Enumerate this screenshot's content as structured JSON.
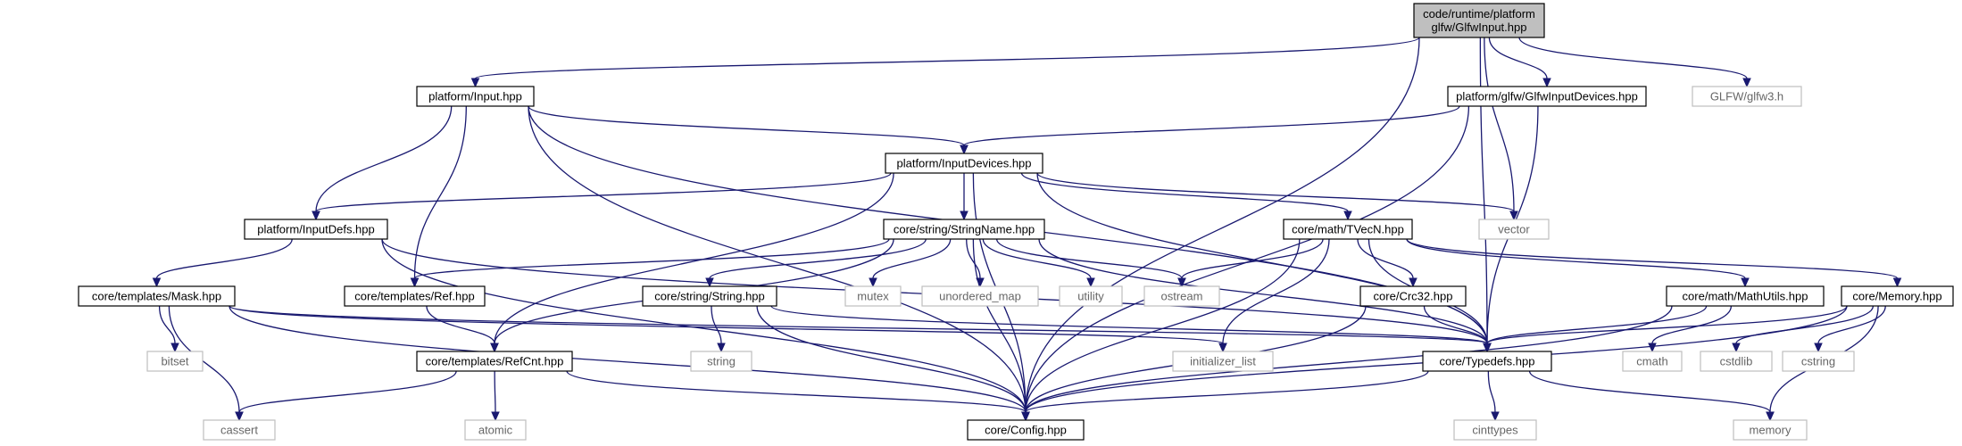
{
  "nodes": [
    {
      "id": "root",
      "kind": "root",
      "lines": [
        "code/runtime/platform",
        "glfw/GlfwInput.hpp"
      ]
    },
    {
      "id": "input",
      "kind": "int",
      "lines": [
        "platform/Input.hpp"
      ]
    },
    {
      "id": "glfwdev",
      "kind": "int",
      "lines": [
        "platform/glfw/GlfwInputDevices.hpp"
      ]
    },
    {
      "id": "glfw3",
      "kind": "ext",
      "lines": [
        "GLFW/glfw3.h"
      ]
    },
    {
      "id": "inputdevices",
      "kind": "int",
      "lines": [
        "platform/InputDevices.hpp"
      ]
    },
    {
      "id": "vector",
      "kind": "ext",
      "lines": [
        "vector"
      ]
    },
    {
      "id": "inputdefs",
      "kind": "int",
      "lines": [
        "platform/InputDefs.hpp"
      ]
    },
    {
      "id": "stringname",
      "kind": "int",
      "lines": [
        "core/string/StringName.hpp"
      ]
    },
    {
      "id": "tvecn",
      "kind": "int",
      "lines": [
        "core/math/TVecN.hpp"
      ]
    },
    {
      "id": "mask",
      "kind": "int",
      "lines": [
        "core/templates/Mask.hpp"
      ]
    },
    {
      "id": "ref",
      "kind": "int",
      "lines": [
        "core/templates/Ref.hpp"
      ]
    },
    {
      "id": "string",
      "kind": "int",
      "lines": [
        "core/string/String.hpp"
      ]
    },
    {
      "id": "mutex",
      "kind": "ext",
      "lines": [
        "mutex"
      ]
    },
    {
      "id": "umap",
      "kind": "ext",
      "lines": [
        "unordered_map"
      ]
    },
    {
      "id": "utility",
      "kind": "ext",
      "lines": [
        "utility"
      ]
    },
    {
      "id": "ostream",
      "kind": "ext",
      "lines": [
        "ostream"
      ]
    },
    {
      "id": "crc32",
      "kind": "int",
      "lines": [
        "core/Crc32.hpp"
      ]
    },
    {
      "id": "mathutils",
      "kind": "int",
      "lines": [
        "core/math/MathUtils.hpp"
      ]
    },
    {
      "id": "memory_h",
      "kind": "int",
      "lines": [
        "core/Memory.hpp"
      ]
    },
    {
      "id": "bitset",
      "kind": "ext",
      "lines": [
        "bitset"
      ]
    },
    {
      "id": "stringstd",
      "kind": "ext",
      "lines": [
        "string"
      ]
    },
    {
      "id": "refcnt",
      "kind": "int",
      "lines": [
        "core/templates/RefCnt.hpp"
      ]
    },
    {
      "id": "initlist",
      "kind": "ext",
      "lines": [
        "initializer_list"
      ]
    },
    {
      "id": "typedefs",
      "kind": "int",
      "lines": [
        "core/Typedefs.hpp"
      ]
    },
    {
      "id": "cmath",
      "kind": "ext",
      "lines": [
        "cmath"
      ]
    },
    {
      "id": "cstdlib",
      "kind": "ext",
      "lines": [
        "cstdlib"
      ]
    },
    {
      "id": "cstring",
      "kind": "ext",
      "lines": [
        "cstring"
      ]
    },
    {
      "id": "cassert",
      "kind": "ext",
      "lines": [
        "cassert"
      ]
    },
    {
      "id": "atomic",
      "kind": "ext",
      "lines": [
        "atomic"
      ]
    },
    {
      "id": "config",
      "kind": "int",
      "lines": [
        "core/Config.hpp"
      ]
    },
    {
      "id": "cinttypes",
      "kind": "ext",
      "lines": [
        "cinttypes"
      ]
    },
    {
      "id": "memory",
      "kind": "ext",
      "lines": [
        "memory"
      ]
    }
  ],
  "edges": [
    [
      "root",
      "input"
    ],
    [
      "root",
      "glfwdev"
    ],
    [
      "root",
      "glfw3"
    ],
    [
      "root",
      "vector"
    ],
    [
      "root",
      "typedefs"
    ],
    [
      "root",
      "config"
    ],
    [
      "input",
      "inputdevices"
    ],
    [
      "input",
      "inputdefs"
    ],
    [
      "input",
      "ref"
    ],
    [
      "input",
      "typedefs"
    ],
    [
      "input",
      "config"
    ],
    [
      "glfwdev",
      "inputdevices"
    ],
    [
      "glfwdev",
      "typedefs"
    ],
    [
      "glfwdev",
      "config"
    ],
    [
      "inputdevices",
      "inputdefs"
    ],
    [
      "inputdevices",
      "stringname"
    ],
    [
      "inputdevices",
      "tvecn"
    ],
    [
      "inputdevices",
      "vector"
    ],
    [
      "inputdevices",
      "refcnt"
    ],
    [
      "inputdevices",
      "typedefs"
    ],
    [
      "inputdevices",
      "config"
    ],
    [
      "inputdefs",
      "mask"
    ],
    [
      "inputdefs",
      "typedefs"
    ],
    [
      "inputdefs",
      "config"
    ],
    [
      "stringname",
      "ref"
    ],
    [
      "stringname",
      "string"
    ],
    [
      "stringname",
      "mutex"
    ],
    [
      "stringname",
      "umap"
    ],
    [
      "stringname",
      "utility"
    ],
    [
      "stringname",
      "ostream"
    ],
    [
      "stringname",
      "refcnt"
    ],
    [
      "stringname",
      "typedefs"
    ],
    [
      "stringname",
      "config"
    ],
    [
      "tvecn",
      "ostream"
    ],
    [
      "tvecn",
      "crc32"
    ],
    [
      "tvecn",
      "mathutils"
    ],
    [
      "tvecn",
      "memory_h"
    ],
    [
      "tvecn",
      "initlist"
    ],
    [
      "tvecn",
      "typedefs"
    ],
    [
      "tvecn",
      "config"
    ],
    [
      "mask",
      "bitset"
    ],
    [
      "mask",
      "cassert"
    ],
    [
      "mask",
      "initlist"
    ],
    [
      "mask",
      "typedefs"
    ],
    [
      "mask",
      "config"
    ],
    [
      "ref",
      "refcnt"
    ],
    [
      "string",
      "stringstd"
    ],
    [
      "string",
      "typedefs"
    ],
    [
      "string",
      "config"
    ],
    [
      "crc32",
      "typedefs"
    ],
    [
      "crc32",
      "config"
    ],
    [
      "mathutils",
      "cmath"
    ],
    [
      "mathutils",
      "typedefs"
    ],
    [
      "mathutils",
      "config"
    ],
    [
      "memory_h",
      "cstdlib"
    ],
    [
      "memory_h",
      "cstring"
    ],
    [
      "memory_h",
      "typedefs"
    ],
    [
      "memory_h",
      "memory"
    ],
    [
      "memory_h",
      "config"
    ],
    [
      "refcnt",
      "cassert"
    ],
    [
      "refcnt",
      "atomic"
    ],
    [
      "refcnt",
      "config"
    ],
    [
      "typedefs",
      "cinttypes"
    ],
    [
      "typedefs",
      "memory"
    ],
    [
      "typedefs",
      "config"
    ]
  ]
}
